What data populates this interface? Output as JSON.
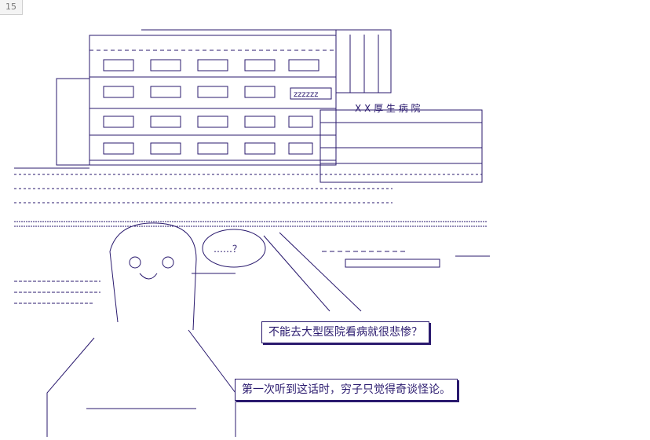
{
  "page": {
    "number": "15"
  },
  "signs": {
    "snore": "zzzzzz",
    "hospital": "X X 厚 生 病 院",
    "question": "……？"
  },
  "captions": [
    "不能去大型医院看病就很悲惨？",
    "第一次听到这话时，穷子只觉得奇谈怪论。"
  ],
  "colors": {
    "ink": "#2a1a6e",
    "background": "#ffffff"
  }
}
